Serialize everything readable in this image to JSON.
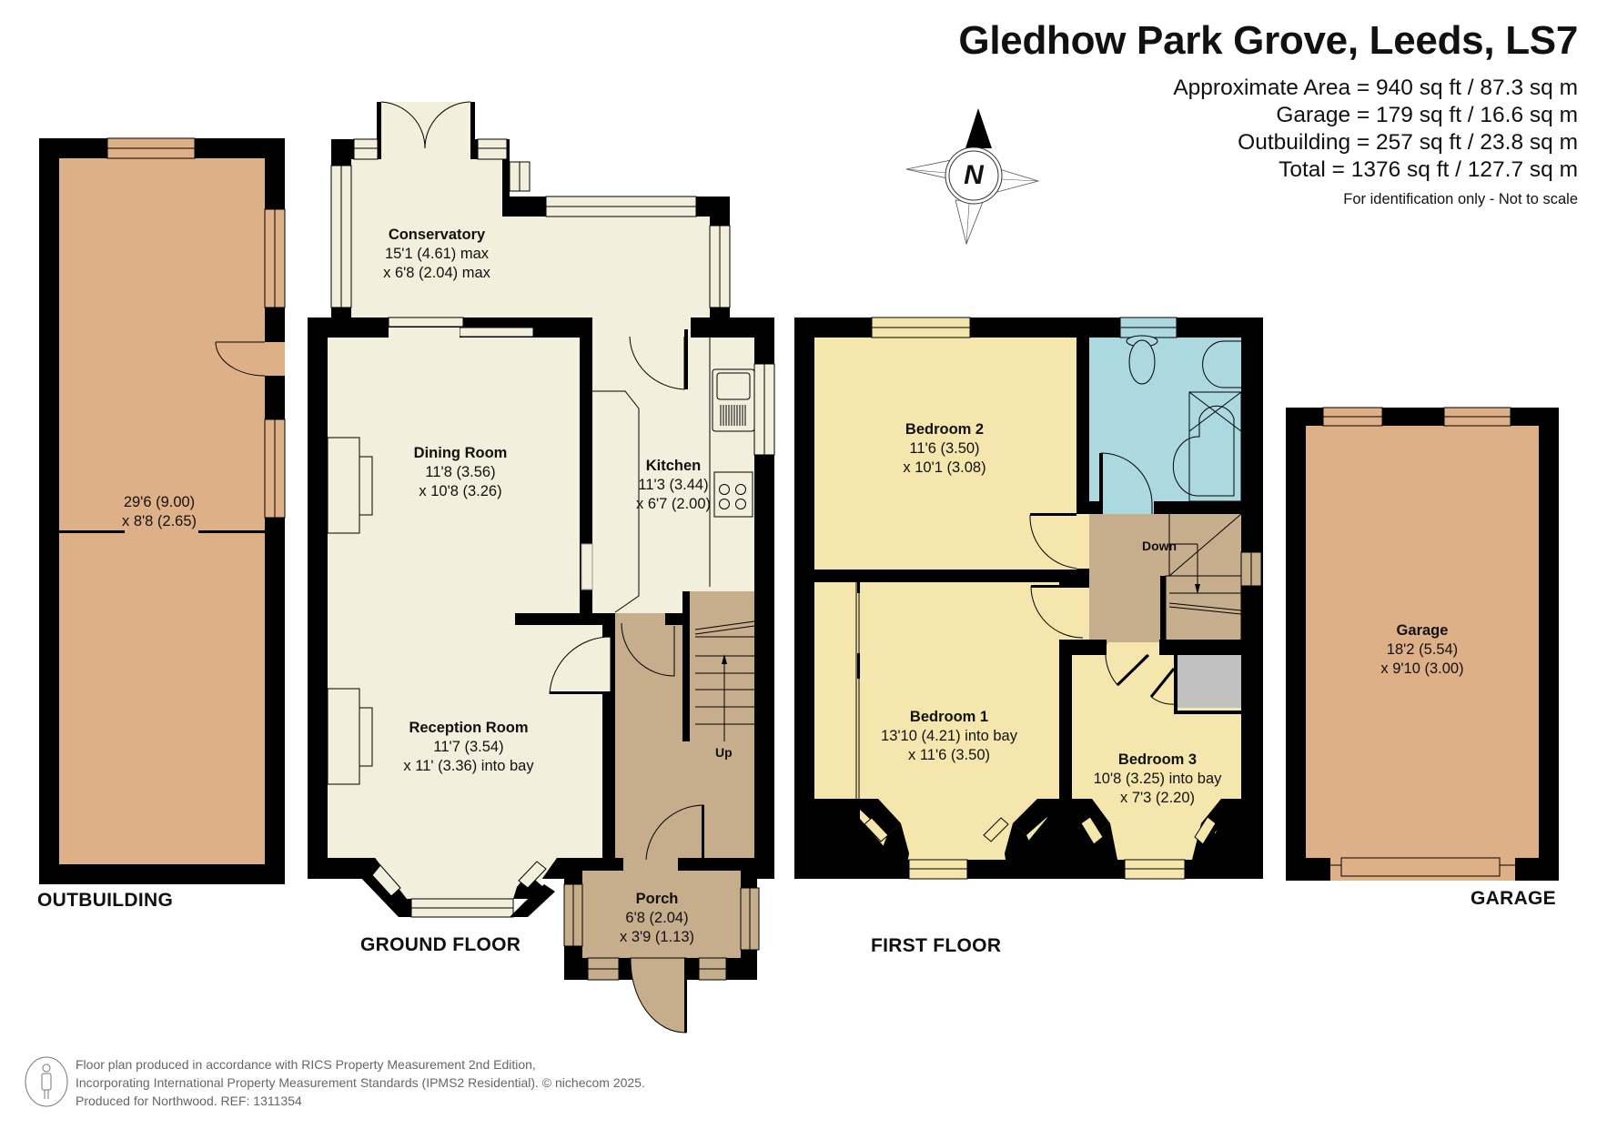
{
  "header": {
    "title": "Gledhow Park Grove, Leeds, LS7",
    "area_lines": [
      "Approximate Area = 940 sq ft / 87.3 sq m",
      "Garage = 179 sq ft / 16.6 sq m",
      "Outbuilding = 257 sq ft / 23.8 sq m",
      "Total = 1376 sq ft / 127.7 sq m"
    ],
    "note": "For identification only - Not to scale"
  },
  "compass": {
    "label": "N",
    "icon": "north-compass-icon"
  },
  "colors": {
    "wall": "#000000",
    "living_room_fill": "#f2efdc",
    "bedroom_fill": "#f5e6ad",
    "bathroom_fill": "#acd8df",
    "hall_fill": "#c6ad8c",
    "garage_fill": "#deb087",
    "storage_fill": "#c0c0c0"
  },
  "floors": {
    "outbuilding": {
      "label": "OUTBUILDING",
      "rooms": [
        {
          "name": "",
          "dim1": "29'6 (9.00)",
          "dim2": "x 8'8 (2.65)"
        }
      ]
    },
    "ground_floor": {
      "label": "GROUND FLOOR",
      "rooms": [
        {
          "name": "Conservatory",
          "dim1": "15'1 (4.61) max",
          "dim2": "x 6'8 (2.04) max"
        },
        {
          "name": "Dining Room",
          "dim1": "11'8 (3.56)",
          "dim2": "x 10'8 (3.26)"
        },
        {
          "name": "Kitchen",
          "dim1": "11'3 (3.44)",
          "dim2": "x 6'7 (2.00)"
        },
        {
          "name": "Reception Room",
          "dim1": "11'7 (3.54)",
          "dim2": "x 11' (3.36) into bay"
        },
        {
          "name": "Porch",
          "dim1": "6'8 (2.04)",
          "dim2": "x 3'9 (1.13)"
        }
      ],
      "stairs_label": "Up"
    },
    "first_floor": {
      "label": "FIRST FLOOR",
      "rooms": [
        {
          "name": "Bedroom 2",
          "dim1": "11'6 (3.50)",
          "dim2": "x 10'1 (3.08)"
        },
        {
          "name": "Bedroom 1",
          "dim1": "13'10 (4.21) into bay",
          "dim2": "x 11'6 (3.50)"
        },
        {
          "name": "Bedroom 3",
          "dim1": "10'8 (3.25) into bay",
          "dim2": "x 7'3 (2.20)"
        }
      ],
      "stairs_label": "Down"
    },
    "garage": {
      "label": "GARAGE",
      "rooms": [
        {
          "name": "Garage",
          "dim1": "18'2 (5.54)",
          "dim2": "x 9'10 (3.00)"
        }
      ]
    }
  },
  "footer": {
    "lines": [
      "Floor plan produced in accordance with RICS Property Measurement 2nd Edition,",
      "Incorporating International Property Measurement Standards (IPMS2 Residential).   © nichecom 2025.",
      "Produced for Northwood.   REF: 1311354"
    ]
  }
}
